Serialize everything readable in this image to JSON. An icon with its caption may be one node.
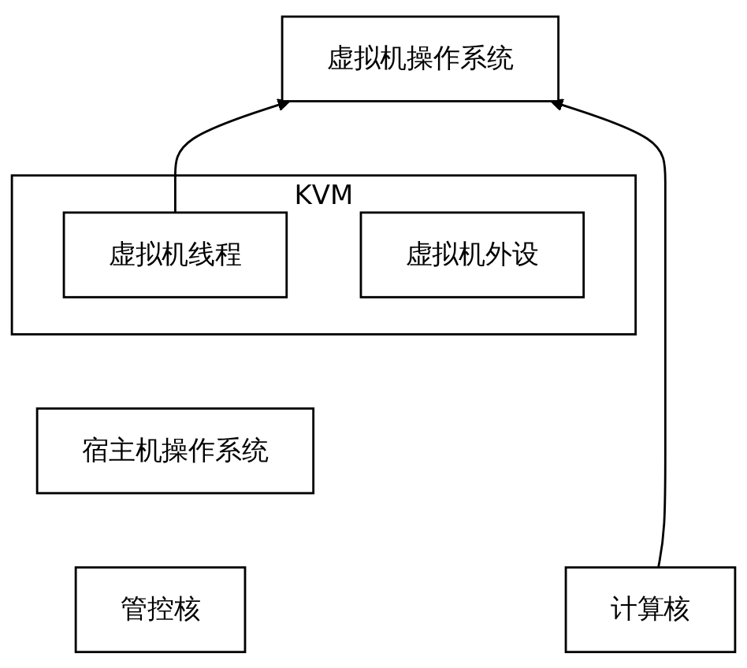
{
  "diagram": {
    "nodes": [
      {
        "text": [
          "虚拟机操作系统"
        ]
      },
      {
        "text": [
          "KVM"
        ]
      },
      {
        "text": [
          "虚拟机线程"
        ],
        "in": 1
      },
      {
        "text": [
          "虚拟机外设"
        ],
        "in": 1
      },
      {
        "text": [
          "宿主机操作系统"
        ]
      },
      {
        "text": [
          "管控核"
        ]
      },
      {
        "text": [
          "计算核"
        ]
      }
    ],
    "edges": [
      {
        "from": 2,
        "to": 0,
        "arrow": "to"
      },
      {
        "from": 6,
        "to": 0,
        "arrow": "to"
      }
    ]
  }
}
